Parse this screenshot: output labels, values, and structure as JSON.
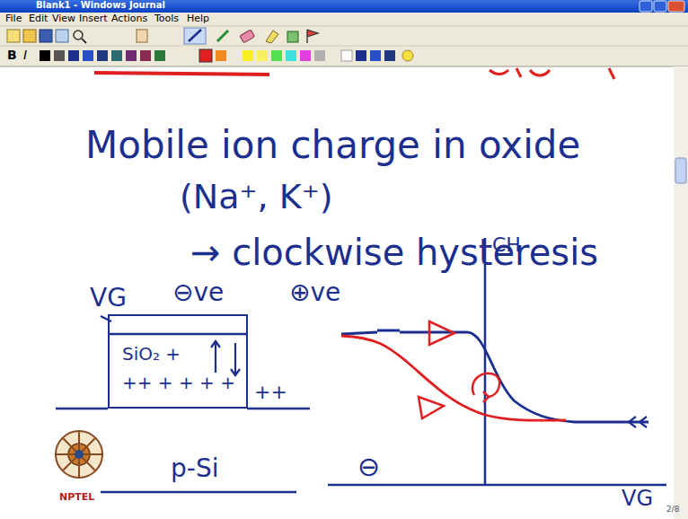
{
  "diagram": {
    "title": "Mobile ion charge in oxide",
    "nodes": [
      {
        "text": [
          "SiO₂ +",
          "++ + + + +"
        ]
      }
    ],
    "labels": [
      "Blank1 - Windows Journal",
      "File",
      "Edit",
      "View",
      "Insert",
      "Actions",
      "Tools",
      "Help",
      "B",
      "I",
      "(Na⁺, K⁺)",
      "→ clockwise hysteresis",
      "VG",
      "⊖ve",
      "⊕ve",
      "++",
      "p-Si",
      "CH",
      "VG",
      "⊖",
      "NPTEL",
      "2/8"
    ]
  }
}
